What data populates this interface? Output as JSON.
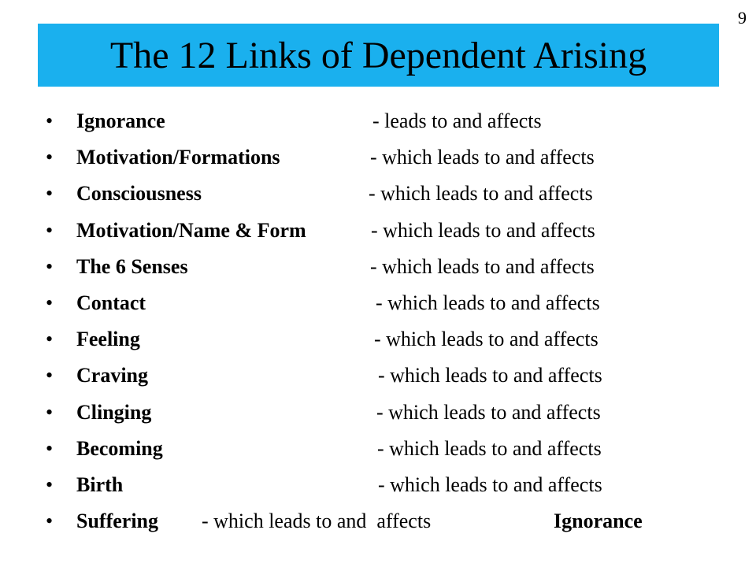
{
  "slide": {
    "page_number": "9",
    "title": "The 12 Links of Dependent Arising",
    "background": "#ffffff",
    "title_bar_color": "#1ab0ee"
  },
  "links": [
    {
      "term": "Ignorance",
      "relation": "- leads to and affects"
    },
    {
      "term": "Motivation/Formations",
      "relation": "- which leads to and affects"
    },
    {
      "term": "Consciousness",
      "relation": "- which leads to and affects"
    },
    {
      "term": "Motivation/Name & Form",
      "relation": "- which leads to and affects"
    },
    {
      "term": "The 6 Senses",
      "relation": "- which leads to and affects"
    },
    {
      "term": "Contact",
      "relation": "- which leads to and affects"
    },
    {
      "term": "Feeling",
      "relation": "- which leads to and affects"
    },
    {
      "term": "Craving",
      "relation": "- which leads to and affects"
    },
    {
      "term": "Clinging",
      "relation": "- which leads to and affects"
    },
    {
      "term": "Becoming",
      "relation": "- which leads to and affects"
    },
    {
      "term": "Birth",
      "relation": "- which leads to and affects"
    },
    {
      "term": "Suffering",
      "relation": "- which leads to and  affects",
      "final_term": "Ignorance"
    }
  ],
  "bullet_glyph": "•"
}
